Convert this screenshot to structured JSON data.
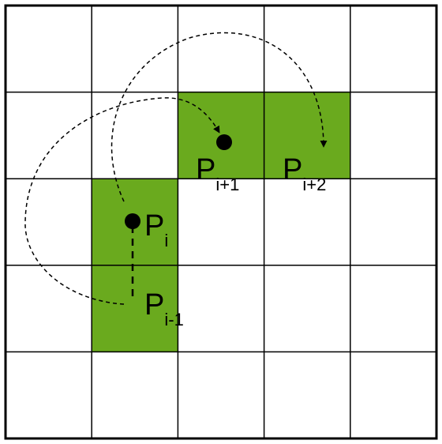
{
  "colors": {
    "background": "#ffffff",
    "grid_line": "#000000",
    "highlight": "#6aaa1e",
    "point": "#000000"
  },
  "grid": {
    "columns": 5,
    "rows": 5,
    "highlighted_cells": [
      {
        "col": 2,
        "row": 1
      },
      {
        "col": 3,
        "row": 1
      },
      {
        "col": 1,
        "row": 2
      },
      {
        "col": 1,
        "row": 3
      }
    ]
  },
  "points": {
    "p_i_minus_1": {
      "letter": "P",
      "subscript": "i-1"
    },
    "p_i": {
      "letter": "P",
      "subscript": "i"
    },
    "p_i_plus_1": {
      "letter": "P",
      "subscript": "i+1"
    },
    "p_i_plus_2": {
      "letter": "P",
      "subscript": "i+2"
    }
  },
  "edges": [
    {
      "from": "p_i_minus_1",
      "to": "p_i",
      "style": "dashed"
    },
    {
      "from": "p_i_minus_1",
      "to": "p_i_plus_1",
      "style": "dashed-arrow"
    },
    {
      "from": "p_i",
      "to": "p_i_plus_2",
      "style": "dashed-arrow"
    }
  ]
}
